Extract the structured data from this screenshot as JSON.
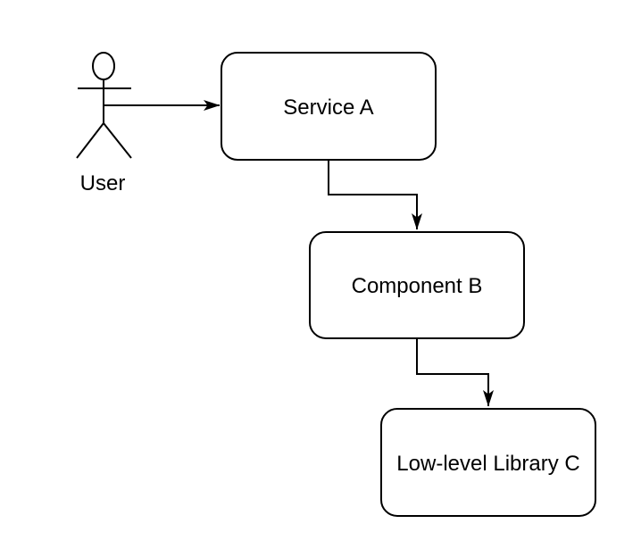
{
  "diagram": {
    "title": "service-dependency-diagram",
    "background_color": "#ffffff",
    "stroke_color": "#000000",
    "text_color": "#000000",
    "node_fill_color": "#ffffff",
    "actor": {
      "id": "user",
      "label": "User",
      "shape": "stick-figure"
    },
    "nodes": [
      {
        "id": "service-a",
        "label": "Service A",
        "shape": "rounded-rectangle"
      },
      {
        "id": "component-b",
        "label": "Component B",
        "shape": "rounded-rectangle"
      },
      {
        "id": "library-c",
        "label": "Low-level Library C",
        "shape": "rounded-rectangle"
      }
    ],
    "edges": [
      {
        "from": "user",
        "to": "service-a",
        "style": "straight",
        "arrowhead": "classic-filled"
      },
      {
        "from": "service-a",
        "to": "component-b",
        "style": "elbow",
        "arrowhead": "classic-filled"
      },
      {
        "from": "component-b",
        "to": "library-c",
        "style": "elbow",
        "arrowhead": "classic-filled"
      }
    ]
  }
}
